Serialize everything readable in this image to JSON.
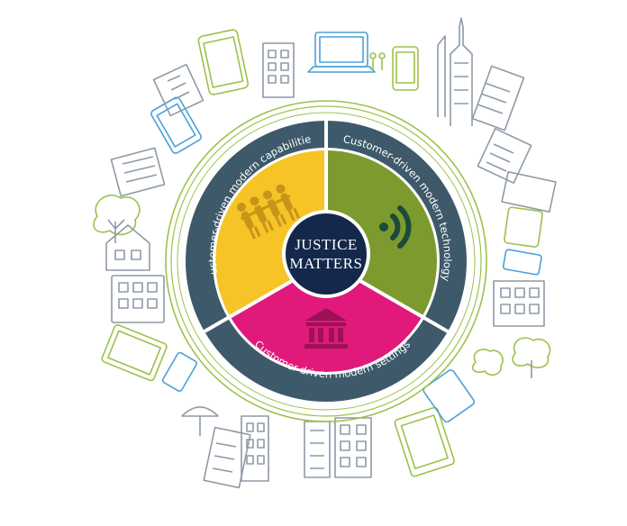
{
  "center": {
    "line1": "JUSTICE",
    "line2": "MATTERS"
  },
  "segments": [
    {
      "key": "capabilities",
      "label": "Customer-driven modern capabilities",
      "color": "#f6c426",
      "icon": "people-chain-icon"
    },
    {
      "key": "technology",
      "label": "Customer-driven modern technology",
      "color": "#7d9a2e",
      "icon": "wifi-signal-icon"
    },
    {
      "key": "settings",
      "label": "Customer-driven modern settings",
      "color": "#e0197a",
      "icon": "courthouse-icon"
    }
  ],
  "colors": {
    "navy": "#14284b",
    "slate_ring": "#3e5a6a",
    "line_green": "#9cc24a",
    "line_blue": "#4aa0d8",
    "line_gray": "#8e9aa6",
    "icon_dark_yellow": "#c7951a",
    "icon_dark_green": "#1c4a3a",
    "icon_dark_magenta": "#9c1257"
  }
}
